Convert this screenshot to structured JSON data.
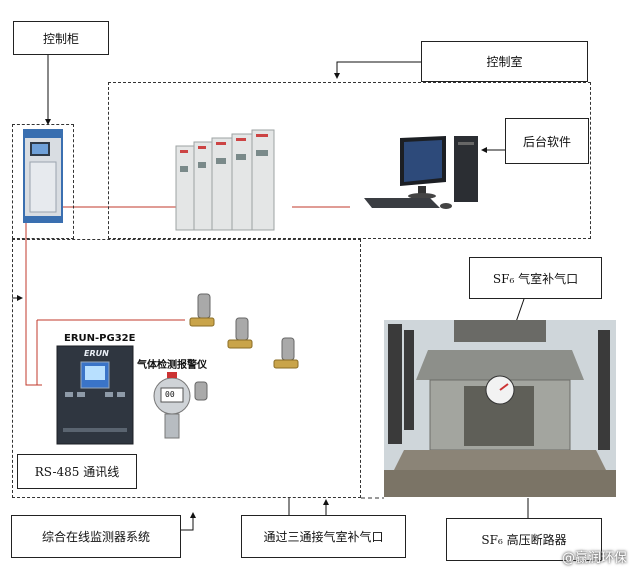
{
  "labels": {
    "control_cabinet": "控制柜",
    "control_room": "控制室",
    "backend_software": "后台软件",
    "sf6_refill_port": "SF₆ 气室补气口",
    "rs485": "RS-485 通讯线",
    "monitoring_system": "综合在线监测器系统",
    "tee_joint": "通过三通接气室补气口",
    "sf6_breaker": "SF₆ 高压断路器"
  },
  "devices": {
    "controller_model": "ERUN-PG32E",
    "controller_brand": "ERUN",
    "detector_title": "气体检测报警仪",
    "detector_display": "00"
  },
  "watermark": "@赢润环保",
  "colors": {
    "signal_line": "#c0392b",
    "cabinet_blue": "#3a6fb0",
    "controller_dark": "#2f3640"
  }
}
